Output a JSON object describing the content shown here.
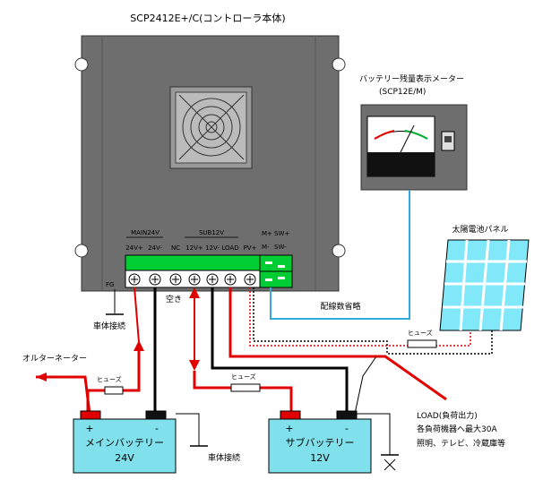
{
  "controller": {
    "title": "SCP2412E+/C(コントローラ本体)",
    "groups": {
      "main": "MAIN24V",
      "sub": "SUB12V"
    },
    "terminals": [
      "24V+",
      "24V-",
      "NC",
      "12V+",
      "12V-",
      "LOAD",
      "PV+"
    ],
    "meter_pins": {
      "m_plus": "M+",
      "m_minus": "M-",
      "sw_plus": "SW+",
      "sw_minus": "SW-"
    },
    "fg_label": "FG",
    "nc_note": "空き",
    "body_ground": "車体接続"
  },
  "meter": {
    "title_line1": "バッテリー残量表示メーター",
    "title_line2": "(SCP12E/M)",
    "wiring_note": "配線数省略"
  },
  "solar": {
    "title": "太陽電池パネル"
  },
  "alternator": {
    "label": "オルターネーター"
  },
  "fuses": {
    "label": "ヒューズ"
  },
  "main_battery": {
    "plus": "+",
    "minus": "-",
    "name": "メインバッテリー",
    "voltage": "24V",
    "ground": "車体接続"
  },
  "sub_battery": {
    "plus": "+",
    "minus": "-",
    "name": "サブバッテリー",
    "voltage": "12V"
  },
  "load": {
    "line1": "LOAD(負荷出力)",
    "line2": "各負荷機器へ最大30A",
    "line3": "照明、テレビ、冷蔵庫等"
  },
  "colors": {
    "controller_body": "#6e6e6e",
    "terminal_green": "#00cc33",
    "battery_fill": "#80e0ec",
    "solar_fill": "#80e8f8",
    "wire_red": "#e00000",
    "wire_blue": "#33aadd"
  }
}
